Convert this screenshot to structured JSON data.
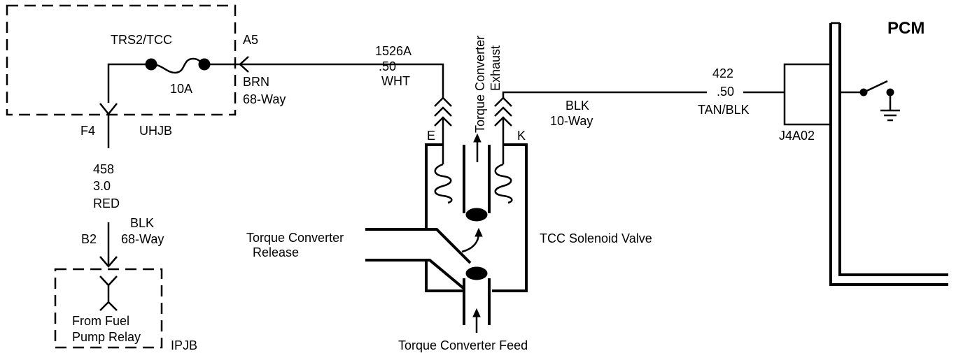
{
  "uhjb": {
    "fuse_name": "TRS2/TCC",
    "fuse_rating": "10A",
    "pin_a5": "A5",
    "pin_f4": "F4",
    "junction_label": "UHJB"
  },
  "connector_a5": {
    "color": "BRN",
    "type": "68-Way"
  },
  "wire_1526a": {
    "circuit": "1526A",
    "gauge": ".50",
    "color": "WHT"
  },
  "wire_458": {
    "circuit": "458",
    "gauge": "3.0",
    "color": "RED"
  },
  "connector_b2": {
    "pin": "B2",
    "color": "BLK",
    "type": "68-Way"
  },
  "ipjb": {
    "text_line1": "From Fuel",
    "text_line2": "Pump Relay",
    "label": "IPJB"
  },
  "solenoid": {
    "pin_e": "E",
    "pin_k": "K",
    "exhaust_line1": "Torque Converter",
    "exhaust_line2": "Exhaust",
    "release_line1": "Torque Converter",
    "release_line2": "Release",
    "valve_label": "TCC Solenoid Valve",
    "feed_label": "Torque Converter Feed"
  },
  "connector_10way": {
    "color": "BLK",
    "type": "10-Way"
  },
  "wire_422": {
    "circuit": "422",
    "gauge": ".50",
    "color": "TAN/BLK"
  },
  "pcm": {
    "connector": "J4A02",
    "label": "PCM"
  }
}
